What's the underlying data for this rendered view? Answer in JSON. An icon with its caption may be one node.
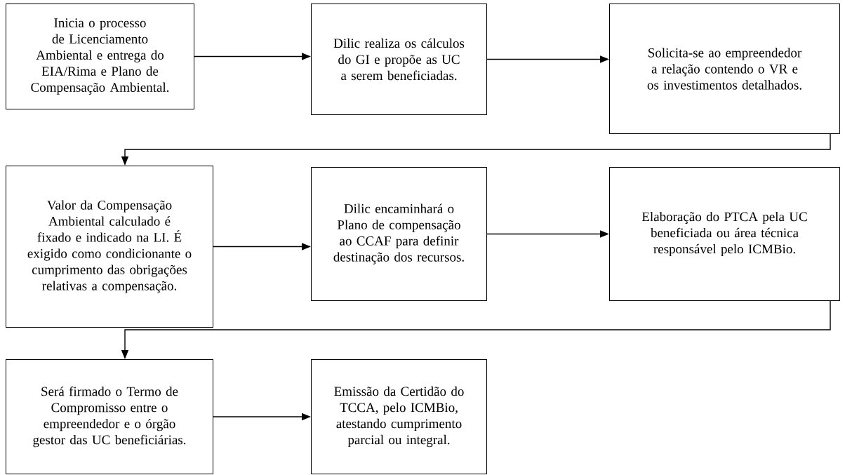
{
  "diagram": {
    "nodes": [
      {
        "text": [
          "Inicia o processo de Licenciamento Ambiental e entrega do EIA/Rima e Plano de Compensação Ambiental."
        ]
      },
      {
        "text": [
          "Dilic realiza os cálculos do GI e propõe as UC a serem beneficiadas."
        ]
      },
      {
        "text": [
          "Solicita-se ao empreendedor a relação contendo o VR e os investimentos detalhados."
        ]
      },
      {
        "text": [
          "Valor da Compensação Ambiental calculado é fixado e indicado na LI. É exigido como condicionante o cumprimento das obrigações relativas a compensação."
        ]
      },
      {
        "text": [
          "Dilic encaminhará o Plano de compensação ao CCAF para definir destinação dos recursos."
        ]
      },
      {
        "text": [
          "Elaboração do PTCA pela UC beneficiada ou área técnica responsável pelo ICMBio."
        ]
      },
      {
        "text": [
          "Será firmado o Termo de Compromisso entre o empreendedor e o órgão gestor das UC beneficiárias."
        ]
      },
      {
        "text": [
          "Emissão da Certidão do TCCA, pelo ICMBio, atestando cumprimento parcial ou integral."
        ]
      }
    ],
    "edges": [
      {
        "from": 0,
        "to": 1,
        "arrow": "to"
      },
      {
        "from": 1,
        "to": 2,
        "arrow": "to"
      },
      {
        "from": 2,
        "to": 3,
        "arrow": "to"
      },
      {
        "from": 3,
        "to": 4,
        "arrow": "to"
      },
      {
        "from": 4,
        "to": 5,
        "arrow": "to"
      },
      {
        "from": 5,
        "to": 6,
        "arrow": "to"
      },
      {
        "from": 6,
        "to": 7,
        "arrow": "to"
      }
    ]
  }
}
